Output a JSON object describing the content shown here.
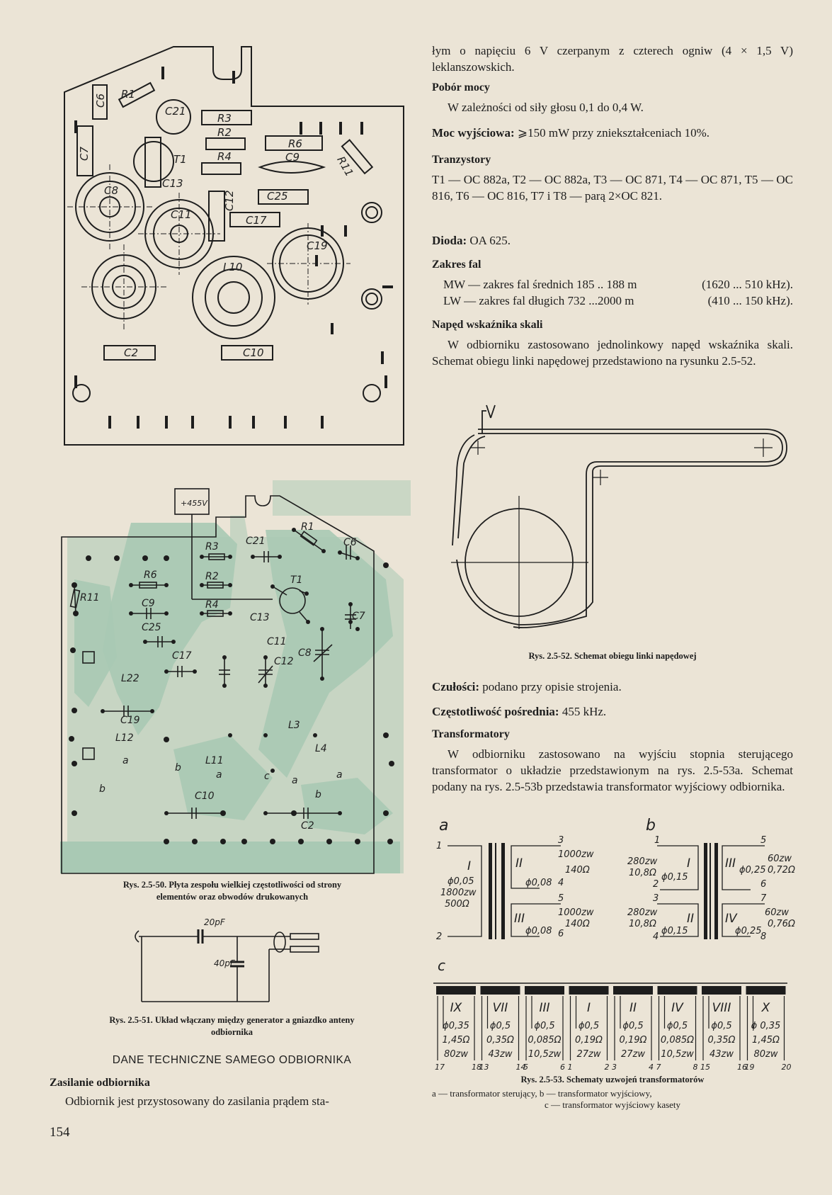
{
  "page": {
    "page_number": "154",
    "right": {
      "intro": "łym o napięciu 6 V czerpanym z czterech ogniw (4 × 1,5 V) leklanszowskich.",
      "pobor_heading": "Pobór mocy",
      "pobor_text": "W zależności od siły głosu 0,1 do 0,4 W.",
      "moc_label": "Moc wyjściowa:",
      "moc_text": "⩾150 mW przy zniekształceniach 10%.",
      "tranz_heading": "Tranzystory",
      "tranz_text": "T1 — OC 882a, T2 — OC 882a, T3 — OC 871, T4 — OC 871, T5 — OC 816, T6 — OC 816, T7 i T8 — parą 2×OC 821.",
      "dioda_label": "Dioda:",
      "dioda_text": "OA 625.",
      "zakres_heading": "Zakres fal",
      "mw_left": "MW — zakres fal średnich 185 .. 188 m",
      "mw_right": "(1620 ... 510 kHz).",
      "lw_left": "LW — zakres fal długich 732 ...2000 m",
      "lw_right": "(410 ... 150 kHz).",
      "naped_heading": "Napęd wskaźnika skali",
      "naped_text": "W odbiorniku zastosowano jednolinkowy napęd wskaźnika skali. Schemat obiegu linki napędowej przedstawiono na rysunku 2.5-52.",
      "fig52_caption": "Rys. 2.5-52. Schemat obiegu linki napędowej",
      "czulosc_label": "Czułości:",
      "czulosc_text": "podano przy opisie strojenia.",
      "czest_label": "Częstotliwość pośrednia:",
      "czest_text": "455 kHz.",
      "transf_heading": "Transformatory",
      "transf_text": "W odbiorniku zastosowano na wyjściu stopnia sterującego transformator o układzie przedstawionym na rys. 2.5-53a. Schemat podany na rys. 2.5-53b przedstawia transformator wyjściowy odbiornika.",
      "fig53_caption": "Rys. 2.5-53. Schematy uzwojeń transformatorów",
      "fig53_legend1": "a — transformator sterujący, b — transformator wyjściowy,",
      "fig53_legend2": "c — transformator wyjściowy kasety"
    },
    "left": {
      "fig50_caption_1": "Rys. 2.5-50. Płyta zespołu wielkiej częstotliwości od strony",
      "fig50_caption_2": "elementów oraz obwodów drukowanych",
      "fig51_caption_1": "Rys. 2.5-51. Układ włączany między generator a gniazdko anteny",
      "fig51_caption_2": "odbiornika",
      "section_title": "DANE TECHNICZNE SAMEGO ODBIORNIKA",
      "zasilanie_heading": "Zasilanie odbiornika",
      "zasilanie_text": "Odbiornik jest przystosowany do zasilania prądem sta-"
    },
    "figures": {
      "fig50_top_labels": [
        "C6",
        "R1",
        "C21",
        "R3",
        "R2",
        "R6",
        "R4",
        "C9",
        "C7",
        "T1",
        "R11",
        "C13",
        "C8",
        "C25",
        "C12",
        "C11",
        "C17",
        "C19",
        "L10",
        "C2",
        "C10"
      ],
      "fig50_bottom_labels": [
        "+455V",
        "R3",
        "C21",
        "R1",
        "C6",
        "R6",
        "R2",
        "T1",
        "R11",
        "C9",
        "R4",
        "C13",
        "C7",
        "C25",
        "C8",
        "C17",
        "C12",
        "C11",
        "L22",
        "C19",
        "L12",
        "L3",
        "L4",
        "L11",
        "C10",
        "C2",
        "a",
        "b",
        "c"
      ],
      "fig51_labels": [
        "20pF",
        "40pF"
      ],
      "fig52_labels": [
        "+",
        "+",
        "+"
      ],
      "fig53a": {
        "label": "a",
        "w1": "I",
        "w1_wire": "ϕ0,05",
        "w1_turns": "1800zw",
        "w1_res": "500Ω",
        "w2": "II",
        "w2_wire": "ϕ0,08",
        "w2_turns": "1000zw",
        "w2_res": "140Ω",
        "w3": "III",
        "w3_wire": "ϕ0,08",
        "w3_turns": "1000zw",
        "w3_res": "140Ω",
        "pins": [
          "1",
          "2",
          "3",
          "4",
          "5",
          "6"
        ]
      },
      "fig53b": {
        "label": "b",
        "w1": "I",
        "w1_turns": "280zw",
        "w1_res": "10,8Ω",
        "w1_wire": "ϕ0,15",
        "w2": "II",
        "w2_turns": "280zw",
        "w2_res": "10,8Ω",
        "w2_wire": "ϕ0,15",
        "w3": "III",
        "w3_turns": "60zw",
        "w3_res": "0,72Ω",
        "w3_wire": "ϕ0,25",
        "w4": "IV",
        "w4_turns": "60zw",
        "w4_res": "0,76Ω",
        "w4_wire": "ϕ0,25",
        "pins": [
          "1",
          "2",
          "3",
          "4",
          "5",
          "6",
          "7",
          "8"
        ]
      },
      "fig53c": {
        "label": "c",
        "windings": [
          {
            "name": "IX",
            "wire": "ϕ0,35",
            "res": "1,45Ω",
            "turns": "80zw",
            "pins": [
              "17",
              "18"
            ]
          },
          {
            "name": "VII",
            "wire": "ϕ0,5",
            "res": "0,35Ω",
            "turns": "43zw",
            "pins": [
              "13",
              "14"
            ]
          },
          {
            "name": "III",
            "wire": "ϕ0,5",
            "res": "0,085Ω",
            "turns": "10,5zw",
            "pins": [
              "5",
              "6"
            ]
          },
          {
            "name": "I",
            "wire": "ϕ0,5",
            "res": "0,19Ω",
            "turns": "27zw",
            "pins": [
              "1",
              "2"
            ]
          },
          {
            "name": "II",
            "wire": "ϕ0,5",
            "res": "0,19Ω",
            "turns": "27zw",
            "pins": [
              "3",
              "4"
            ]
          },
          {
            "name": "IV",
            "wire": "ϕ0,5",
            "res": "0,085Ω",
            "turns": "10,5zw",
            "pins": [
              "7",
              "8"
            ]
          },
          {
            "name": "VIII",
            "wire": "ϕ0,5",
            "res": "0,35Ω",
            "turns": "43zw",
            "pins": [
              "15",
              "16"
            ]
          },
          {
            "name": "X",
            "wire": "ϕ 0,35",
            "res": "1,45Ω",
            "turns": "80zw",
            "pins": [
              "19",
              "20"
            ]
          }
        ]
      }
    }
  }
}
